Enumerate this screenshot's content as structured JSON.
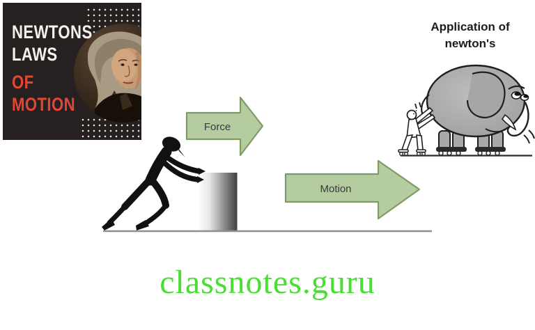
{
  "badge": {
    "title_line1": "NEWTONS",
    "title_line2": "LAWS",
    "title_line3": "OF",
    "title_line4": "MOTION",
    "background_color": "#262120",
    "title_color_primary": "#f4f2ed",
    "title_color_accent": "#e64536",
    "portrait_alt": "isaac-newton-portrait"
  },
  "diagram": {
    "force_arrow_label": "Force",
    "motion_arrow_label": "Motion",
    "arrow_fill_color": "#b5cca1",
    "arrow_border_color": "#7d9b62",
    "illustrations": [
      "silhouette-figure-pushing-block",
      "gray-block",
      "ground-line"
    ]
  },
  "application": {
    "heading_line1": "Application of",
    "heading_line2": "newton's",
    "illustration": "man-pushing-elephant-on-roller-skates"
  },
  "footer": {
    "website": "classnotes.guru",
    "color": "#47df31"
  }
}
